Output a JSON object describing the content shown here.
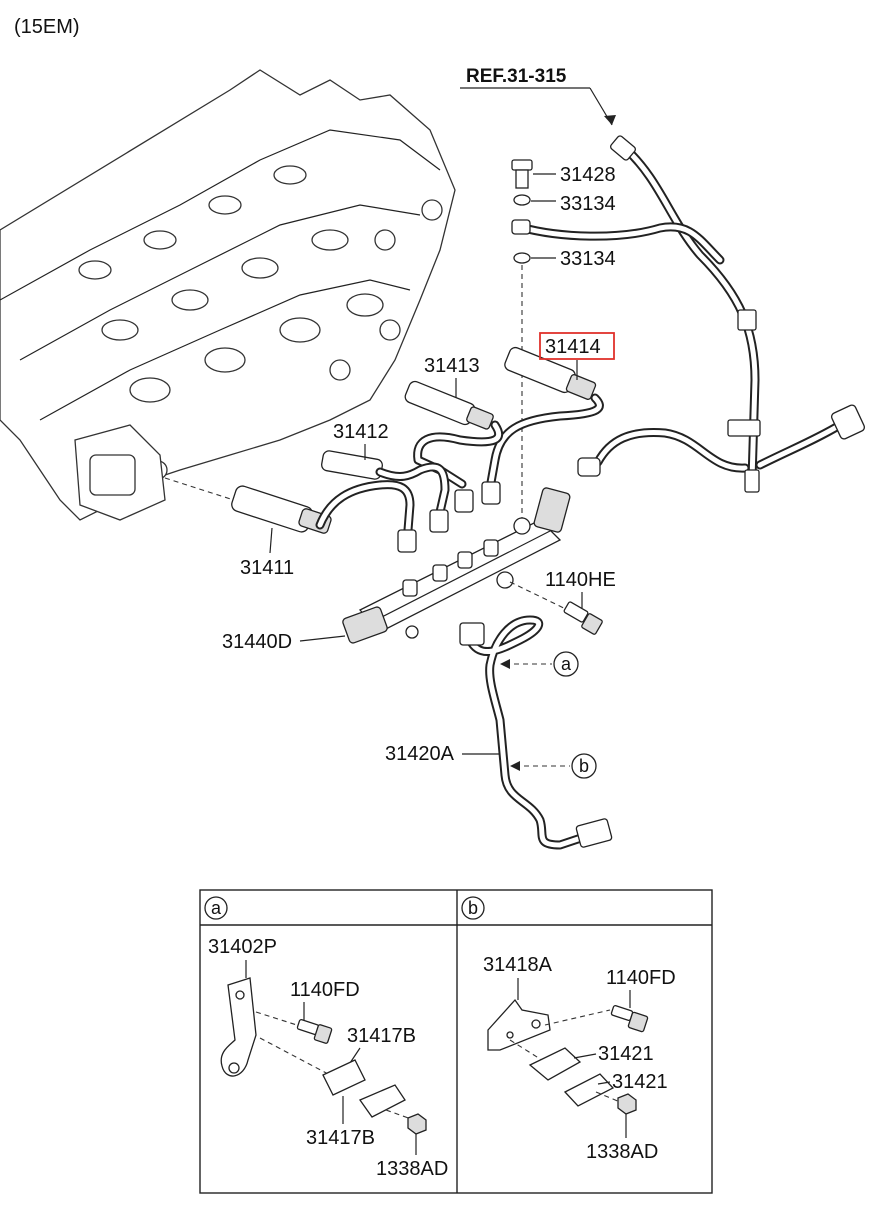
{
  "header": {
    "model_code": "(15EM)"
  },
  "reference": {
    "label": "REF.31-315"
  },
  "parts": {
    "p31428": "31428",
    "p33134_upper": "33134",
    "p33134_lower": "33134",
    "p31414": "31414",
    "p31413": "31413",
    "p31412": "31412",
    "p31411": "31411",
    "p1140HE": "1140HE",
    "p31440D": "31440D",
    "p31420A": "31420A"
  },
  "callouts": {
    "a": "a",
    "b": "b"
  },
  "detail_a": {
    "badge": "a",
    "p31402P": "31402P",
    "p1140FD": "1140FD",
    "p31417B_top": "31417B",
    "p31417B_bottom": "31417B",
    "p1338AD": "1338AD"
  },
  "detail_b": {
    "badge": "b",
    "p31418A": "31418A",
    "p1140FD": "1140FD",
    "p31421_top": "31421",
    "p31421_bottom": "31421",
    "p1338AD": "1338AD"
  },
  "highlight": {
    "part": "31414",
    "color": "#e0312b"
  }
}
